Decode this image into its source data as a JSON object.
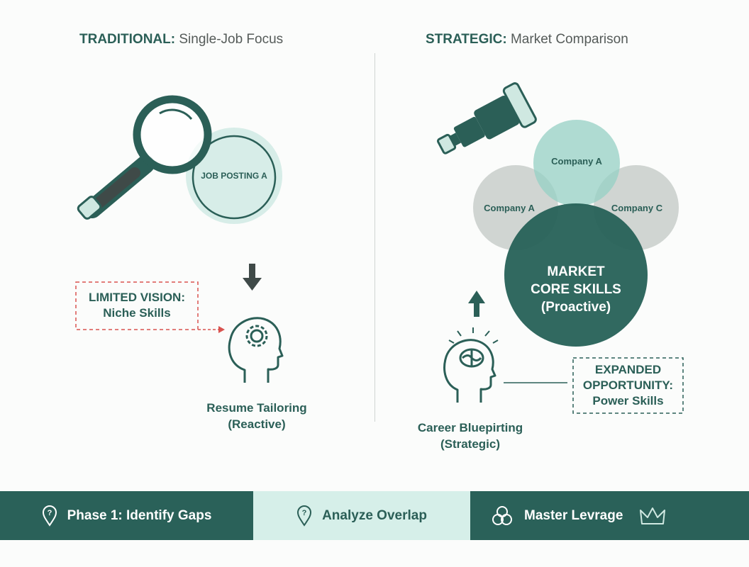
{
  "left_panel": {
    "title_bold": "TRADITIONAL:",
    "title_rest": " Single-Job Focus",
    "job_posting_label": "JOB POSTING A",
    "callout_line1": "LIMITED VISION:",
    "callout_line2": "Niche Skills",
    "caption_line1": "Resume Tailoring",
    "caption_line2": "(Reactive)"
  },
  "right_panel": {
    "title_bold": "STRATEGIC:",
    "title_rest": " Market Comparison",
    "circles": [
      "Company A",
      "Company A",
      "Company C"
    ],
    "core_line1": "MARKET",
    "core_line2": "CORE SKILLS",
    "core_line3": "(Proactive)",
    "callout_line1": "EXPANDED",
    "callout_line2": "OPPORTUNITY:",
    "callout_line3": "Power Skills",
    "caption_line1": "Career Bluepirting",
    "caption_line2": "(Strategic)"
  },
  "bottom_bar": [
    {
      "label": "Phase 1: Identify Gaps",
      "icon": "location-question-icon"
    },
    {
      "label": "Analyze Overlap",
      "icon": "location-question-icon"
    },
    {
      "label": "Master Levrage",
      "icon": "overlap-circles-icon",
      "trailing_icon": "crown-icon"
    }
  ],
  "colors": {
    "primary": "#2a6159",
    "accent_light": "#d6efe9",
    "warning": "#d9534f",
    "grey": "#c8ccca"
  }
}
